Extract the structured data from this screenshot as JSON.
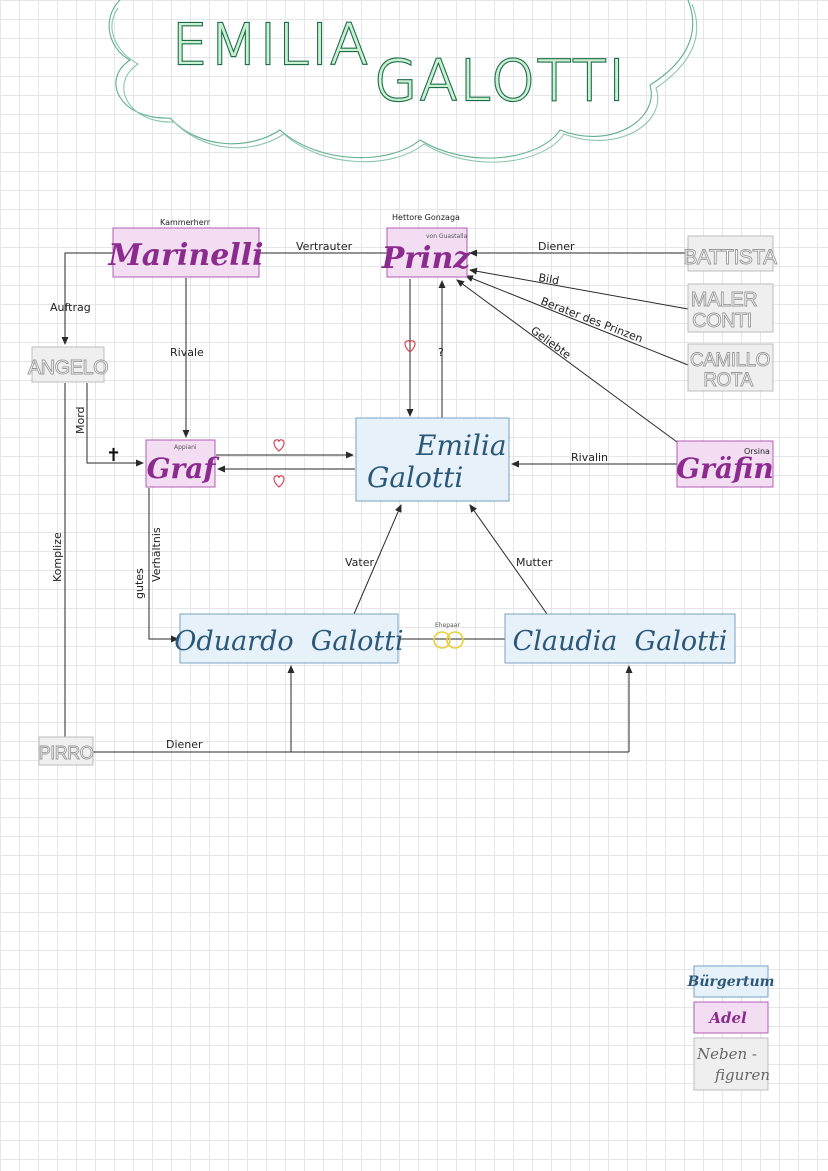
{
  "title": {
    "line1": "EMILIA",
    "line2": "GALOTTI"
  },
  "characters": {
    "marinelli": {
      "name": "Marinelli",
      "title": "Kammerherr"
    },
    "prinz": {
      "name": "Prinz",
      "title": "Hettore Gonzaga",
      "subtitle": "von Guastalla"
    },
    "battista": {
      "name": "BATTISTA"
    },
    "maler_conti": {
      "line1": "MALER",
      "line2": "CONTI"
    },
    "camillo_rota": {
      "line1": "CAMILLO",
      "line2": "ROTA"
    },
    "angelo": {
      "name": "ANGELO"
    },
    "graf": {
      "name": "Graf",
      "title": "Appiani"
    },
    "emilia": {
      "line1": "Emilia",
      "line2": "Galotti"
    },
    "graefin": {
      "name": "Gräfin",
      "title": "Orsina"
    },
    "oduardo": {
      "name": "Oduardo  Galotti"
    },
    "claudia": {
      "name": "Claudia  Galotti"
    },
    "pirro": {
      "name": "PIRRO"
    }
  },
  "relations": {
    "vertrauter": "Vertrauter",
    "diener_battista": "Diener",
    "bild": "Bild",
    "berater": "Berater des Prinzen",
    "geliebte": "Geliebte",
    "auftrag": "Auftrag",
    "rivale": "Rivale",
    "question": "?",
    "mord": "Mord",
    "cross": "✝",
    "rivalin": "Rivalin",
    "komplize": "Komplize",
    "gutes": "gutes",
    "verhaeltnis": "Verhältnis",
    "vater": "Vater",
    "mutter": "Mutter",
    "ehepaar": "Ehepaar",
    "diener_pirro": "Diener"
  },
  "legend": {
    "buergertum": "Bürgertum",
    "adel": "Adel",
    "neben_line1": "Neben -",
    "neben_line2": "figuren"
  },
  "colors": {
    "noble_fill": "#f3ddf3",
    "noble_border": "#b55cb5",
    "noble_text": "#8c2b8e",
    "citizen_fill": "#e6f1fa",
    "citizen_border": "#7aa3c0",
    "citizen_text": "#2b5878",
    "side_fill": "#efefef",
    "side_border": "#bdbdbd",
    "title_outline": "#1d6b4a",
    "title_fill": "#c9f0d0",
    "heart": "#d94a5a",
    "ring": "#e6cf3a"
  }
}
